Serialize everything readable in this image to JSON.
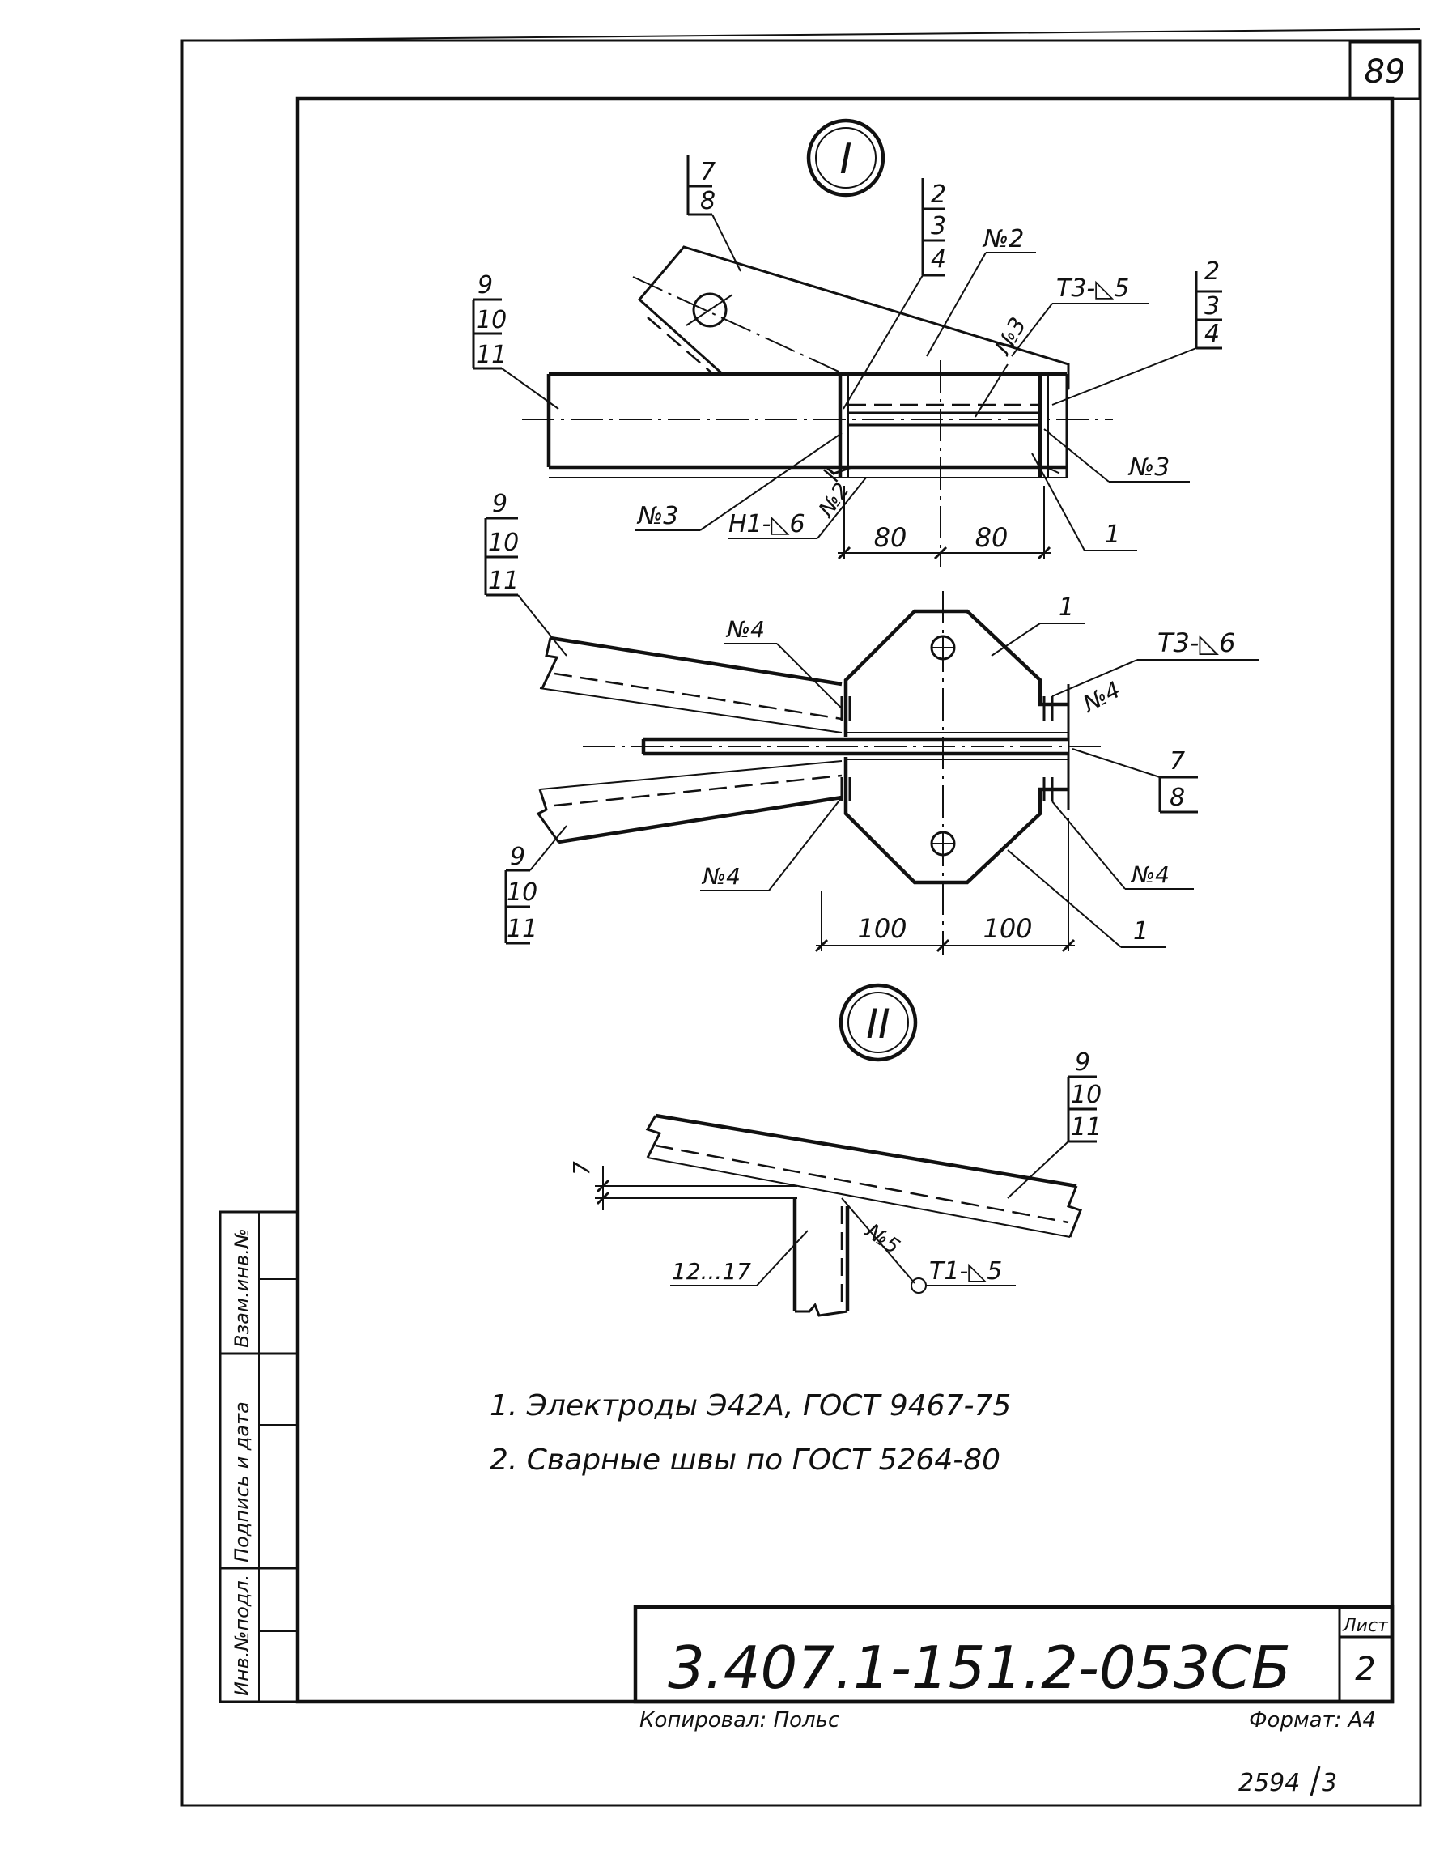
{
  "sheet": {
    "corner_number": "89",
    "designation": "3.407.1-151.2-053СБ",
    "sheet_label": "Лист",
    "sheet_number": "2",
    "copied_by": "Копировал: Польс",
    "format": "Формат: А4",
    "archive_number": "2594",
    "archive_suffix": "3"
  },
  "side_stamp": {
    "cells": [
      "Инв.№подл.",
      "Подпись и дата",
      "Взам.инв.№"
    ]
  },
  "views": {
    "view1": {
      "label": "I",
      "top": {
        "callout_7_8": [
          "7",
          "8"
        ],
        "callout_2_3_4_left": [
          "2",
          "3",
          "4"
        ],
        "callout_2_3_4_right": [
          "2",
          "3",
          "4"
        ],
        "callout_9_10_11": [
          "9",
          "10",
          "11"
        ],
        "seam_no2_top": "№2",
        "seam_no3_diag": "№3",
        "weld_t3": "Т3-◺5",
        "seam_no3_right": "№3",
        "seam_no3_left": "№3",
        "weld_h1": "Н1-◺6",
        "seam_no2_bottom": "№2",
        "part_1": "1",
        "dim_left": "80",
        "dim_right": "80"
      },
      "bottom": {
        "callout_9_10_11_top": [
          "9",
          "10",
          "11"
        ],
        "callout_9_10_11_bottom": [
          "9",
          "10",
          "11"
        ],
        "callout_7_8": [
          "7",
          "8"
        ],
        "seam_no4_top_left": "№4",
        "seam_no4_top_right": "№4",
        "seam_no4_bottom_left": "№4",
        "seam_no4_bottom_right": "№4",
        "weld_t3": "Т3-◺6",
        "part_1_top": "1",
        "part_1_bottom": "1",
        "dim_left": "100",
        "dim_right": "100"
      }
    },
    "view2": {
      "label": "II",
      "callout_9_10_11": [
        "9",
        "10",
        "11"
      ],
      "gap": "7",
      "parts_range": "12...17",
      "seam_no5": "№5",
      "weld_t1": "Т1-◺5"
    }
  },
  "notes": [
    "1. Электроды Э42А, ГОСТ 9467-75",
    "2. Сварные швы по ГОСТ 5264-80"
  ]
}
